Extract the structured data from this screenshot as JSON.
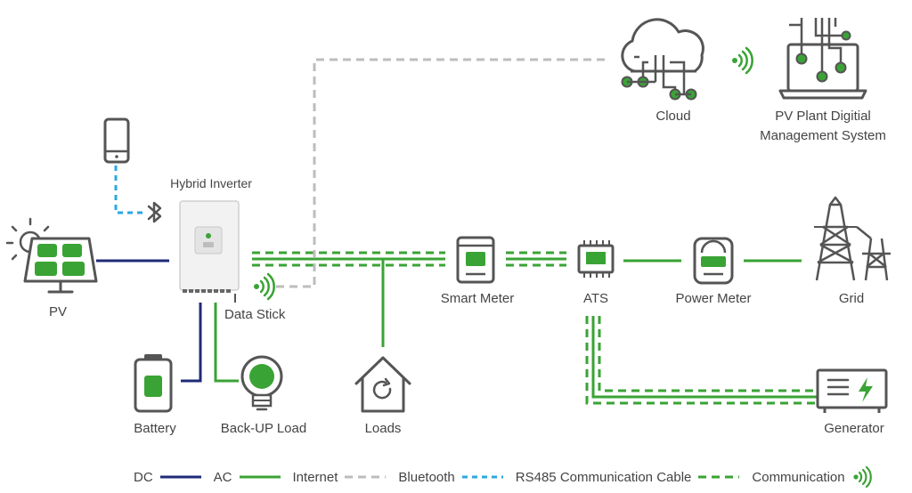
{
  "nodes": {
    "pv": "PV",
    "hybrid_inverter": "Hybrid Inverter",
    "data_stick": "Data Stick",
    "battery": "Battery",
    "backup_load": "Back-UP Load",
    "loads": "Loads",
    "smart_meter": "Smart Meter",
    "ats": "ATS",
    "power_meter": "Power Meter",
    "grid": "Grid",
    "generator": "Generator",
    "cloud": "Cloud",
    "pv_plant_line1": "PV Plant Digitial",
    "pv_plant_line2": "Management System"
  },
  "legend": {
    "dc": "DC",
    "ac": "AC",
    "internet": "Internet",
    "bluetooth": "Bluetooth",
    "rs485": "RS485 Communication Cable",
    "communication": "Communication"
  },
  "colors": {
    "green": "#3aa335",
    "navy": "#1f2a78",
    "gray": "#bdbdbd",
    "blue": "#2aa8e0",
    "icon": "#555555"
  }
}
